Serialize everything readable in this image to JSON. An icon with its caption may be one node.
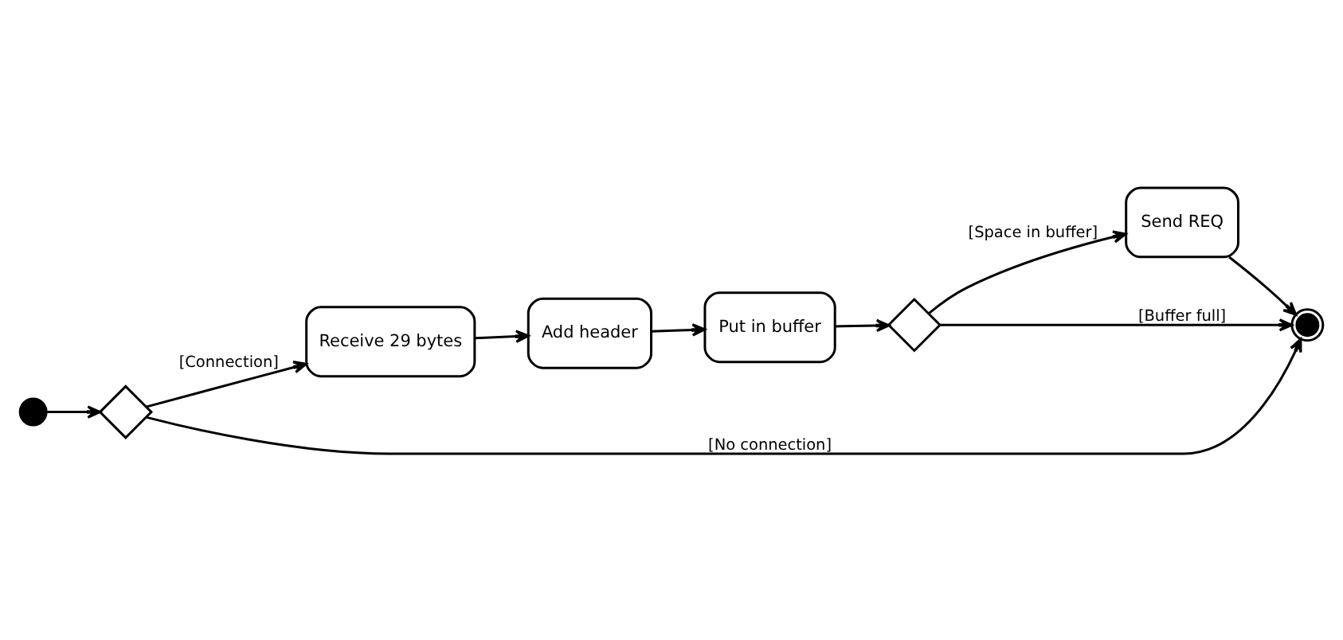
{
  "diagram": {
    "nodes": [
      {
        "text": [],
        "shape": "circle"
      },
      {
        "text": [],
        "shape": "diamond"
      },
      {
        "text": [
          "Receive 29 bytes"
        ]
      },
      {
        "text": [
          "Add header"
        ]
      },
      {
        "text": [
          "Put in buffer"
        ]
      },
      {
        "text": [],
        "shape": "diamond"
      },
      {
        "text": [
          "Send REQ"
        ]
      },
      {
        "text": [],
        "shape": "circle"
      }
    ],
    "edges": [
      {
        "from": 0,
        "to": 1,
        "arrow": "to"
      },
      {
        "from": 1,
        "to": 2,
        "arrow": "to",
        "label": "[Connection]"
      },
      {
        "from": 2,
        "to": 3,
        "arrow": "to"
      },
      {
        "from": 3,
        "to": 4,
        "arrow": "to"
      },
      {
        "from": 4,
        "to": 5,
        "arrow": "to"
      },
      {
        "from": 5,
        "to": 6,
        "arrow": "to",
        "label": "[Space in buffer]"
      },
      {
        "from": 6,
        "to": 7,
        "arrow": "to"
      },
      {
        "from": 1,
        "to": 7,
        "arrow": "to",
        "label": "[No connection]"
      },
      {
        "from": 5,
        "to": 7,
        "arrow": "to",
        "label": "[Buffer full]"
      }
    ]
  }
}
